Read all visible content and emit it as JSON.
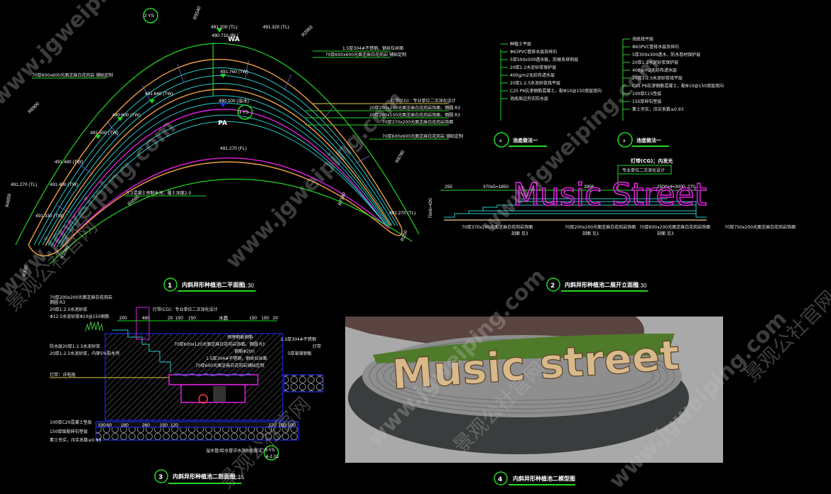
{
  "plan": {
    "title_num": "1",
    "title": "内斜异形种植池二平面图",
    "scale": "1:30",
    "section_mark_top": "2 YS",
    "section_mark_mid": "3 YS",
    "labels": {
      "wa": "WA",
      "pa": "PA",
      "r_outer_left": "R6900",
      "r_left": "R4050",
      "r_left2": "R1080",
      "r_bottom": "R300",
      "r_top": "R5540",
      "r_top2": "R2950",
      "r_right": "R8780",
      "r_right2": "R7180",
      "r_inner": "R4560",
      "r_end": "R250"
    },
    "elevations": [
      "491.200 (TL)",
      "491.320 (TL)",
      "490.710 (BL)",
      "491.760 (TW)",
      "491.640 (TW)",
      "490.100 (溢水)",
      "490.600 (TW)",
      "491.270 (FL)",
      "491.270 (TL)",
      "491.550 (TW)",
      "491.480 (TW)",
      "491.400 (TW)",
      "491.330 (TW)",
      "491.270 (TL)"
    ],
    "notes": [
      "70厚600x600光面芝麻白花岗岩 铺贴定制",
      "1.5厚304#不锈钢，钢丝拉丝面",
      "70厚600x600光面芝麻白花岗岩 铺贴定制",
      "灯带(CG)：专业单位二次深化设计",
      "20厚200x200光面芝麻白花岗岩饰面，倒圆 R3",
      "20厚200x150光面芝麻白花岗岩饰面，倒圆 R3",
      "70厚370x200光面芝麻白花岗岩饰面",
      "70厚600x600光面芝麻白花岗岩 铺贴定制",
      "3:2混凝土预制水池，覆土深度2.0"
    ]
  },
  "details": [
    {
      "marker": "a",
      "title": "池底做法一",
      "layers": [
        "种植土平层",
        "Φ63PVC管排水层及碎石",
        "5厚500x500透水板，防根系穿刺层",
        "20厚1:2水泥砂浆保护层",
        "400g/m2无纺布滤水层",
        "20厚1:2.5水泥砂浆找平层",
        "C25 P6抗渗钢筋混凝土，配Φ10@150双层双向",
        "池底周边夯实防水层"
      ]
    },
    {
      "marker": "a",
      "title": "池底做法一",
      "layers": [
        "池底找平层",
        "Φ63PVC管排水层及碎石",
        "5厚300x300透水，防水卷材保护层",
        "20厚1:2水泥砂浆保护层",
        "400g/m2无纺布滤水层",
        "20厚1:2.5水泥砂浆找平层",
        "C25 P6抗渗钢筋混凝土，配Φ10@150双层双向",
        "100厚C15垫层",
        "150厚碎石垫层",
        "素土夯实，压实系数≥0.93"
      ]
    }
  ],
  "elevation": {
    "title_num": "2",
    "title": "内斜异形种植池二展开立面图",
    "scale": "1:30",
    "sign_text": "Music Street",
    "lamp_note": "灯带(CG)；内发光",
    "design_note": "专业单位二次深化设计",
    "dims": [
      "255",
      "370x5=1850",
      "3956",
      "2500x4=3000",
      "270"
    ],
    "height_dim": "70x6=420",
    "notes": [
      "70厚370x200光面芝麻白花岗岩饰面",
      "剖面 见3",
      "70厚200x200光面芝麻白花岗岩饰面",
      "剖面 见1",
      "70厚600x200光面芝麻白花岗岩饰面",
      "剖面 见3",
      "70厚750x200光面芝麻白花岗岩饰面"
    ]
  },
  "section": {
    "title_num": "3",
    "title": "内斜异形种植池二剖面图",
    "scale": "1:15",
    "left_notes": [
      "70厚200x200光面芝麻白花岗岩",
      "倒圆 R3",
      "20厚1:2.5水泥砂浆",
      "Φ12.5水泥砂浆Φ10@150钢筋",
      "防水层20厚1:2.5水泥砂浆",
      "20厚1:2.5水泥砂浆，内掺5%防水剂",
      "灯带：详电施",
      "100厚C20混凝土垫层",
      "150厚级配碎石垫层",
      "素土夯实，压实系数≥0.93"
    ],
    "right_notes": [
      "灯带(CG)：专业单位二次深化设计",
      "预埋钢板钢筋",
      "70厚600x120光面芝麻白花岗岩饰面，倒圆 R3",
      "钢筋Φ200",
      "1.5厚304#不锈钢，钢丝拉丝面",
      "70厚600光面芝麻白花岗岩铺贴定制",
      "1.5厚304#不锈钢",
      "灯带",
      "5厚玻璃钢板"
    ],
    "dims_top": [
      "200",
      "480",
      "20",
      "150",
      "150",
      "水面",
      "150",
      "150",
      "20"
    ],
    "dims_bottom": [
      "100",
      "60",
      "180",
      "260",
      "150",
      "120",
      "120",
      "150",
      "100"
    ],
    "bottom_notes": [
      "溢水管/给水管详水施",
      "池底做法"
    ],
    "callout": "5 YS",
    "callout_sub": "4-2.01"
  },
  "model": {
    "title_num": "4",
    "title": "内斜异形种植池二模型图",
    "sign_text": "Music street"
  },
  "watermarks": [
    "www.jgweiping.com",
    "景观公社官网"
  ],
  "colors": {
    "background": "#000000",
    "green": "#22d822",
    "cyan": "#27c9c9",
    "magenta": "#e020e0",
    "orange": "#f0a040",
    "model_stone": "#9a9a9a",
    "model_brown": "#5a4440",
    "model_letters": "#d8b98a"
  }
}
